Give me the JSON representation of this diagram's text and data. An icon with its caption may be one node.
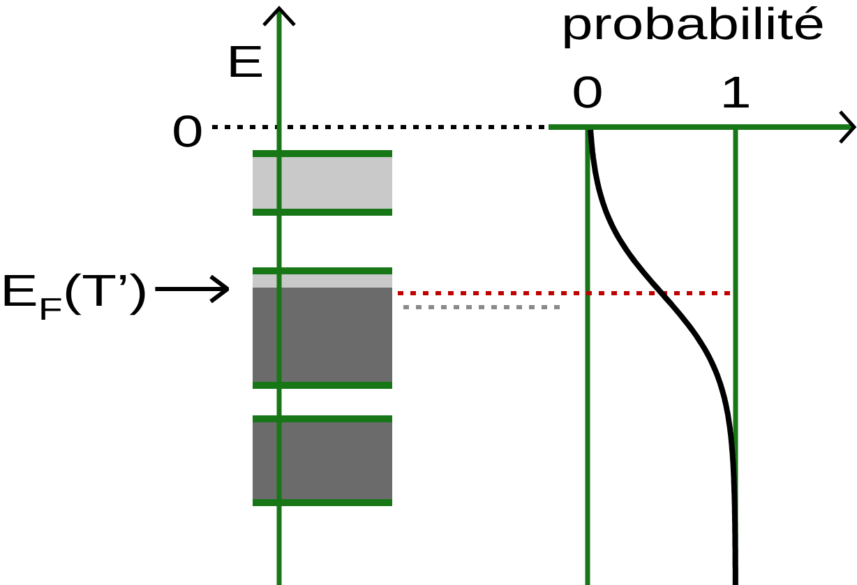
{
  "diagram": {
    "nodes": [
      {
        "text": [],
        "shape": "box"
      },
      {
        "text": [
          "E$_{F}$(T’)"
        ]
      },
      {
        "text": [],
        "shape": "box"
      },
      {
        "text": [],
        "shape": "box"
      }
    ],
    "edges": [
      {
        "from": 1,
        "to": 2,
        "arrow": "to"
      }
    ],
    "labels": [
      "E",
      "0",
      "probabilité",
      "0",
      "1"
    ]
  }
}
